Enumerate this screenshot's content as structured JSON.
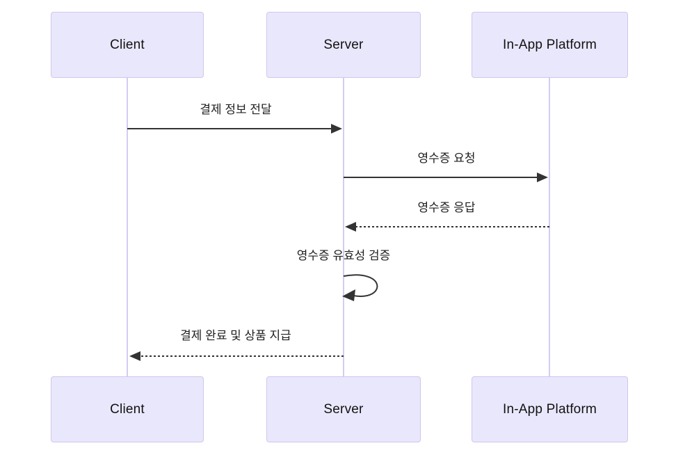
{
  "diagram": {
    "type": "sequence-diagram",
    "actors": [
      {
        "id": "client",
        "label": "Client"
      },
      {
        "id": "server",
        "label": "Server"
      },
      {
        "id": "platform",
        "label": "In-App Platform"
      }
    ],
    "messages": [
      {
        "from": "Client",
        "to": "Server",
        "label": "결제 정보 전달",
        "line": "solid",
        "arrow": "filled"
      },
      {
        "from": "Server",
        "to": "In-App Platform",
        "label": "영수증 요청",
        "line": "solid",
        "arrow": "filled"
      },
      {
        "from": "In-App Platform",
        "to": "Server",
        "label": "영수증 응답",
        "line": "dashed",
        "arrow": "filled"
      },
      {
        "from": "Server",
        "to": "Server",
        "label": "영수증 유효성 검증",
        "line": "self-loop",
        "arrow": "filled"
      },
      {
        "from": "Server",
        "to": "Client",
        "label": "결제 완료 및 상품 지급",
        "line": "dashed",
        "arrow": "filled"
      }
    ],
    "colors": {
      "background": "#ffffff",
      "actor_fill": "#e9e7fc",
      "actor_border": "#d0c6ee",
      "lifeline": "#d4cbf1",
      "arrow": "#333333",
      "text": "#1f1f1f"
    }
  }
}
